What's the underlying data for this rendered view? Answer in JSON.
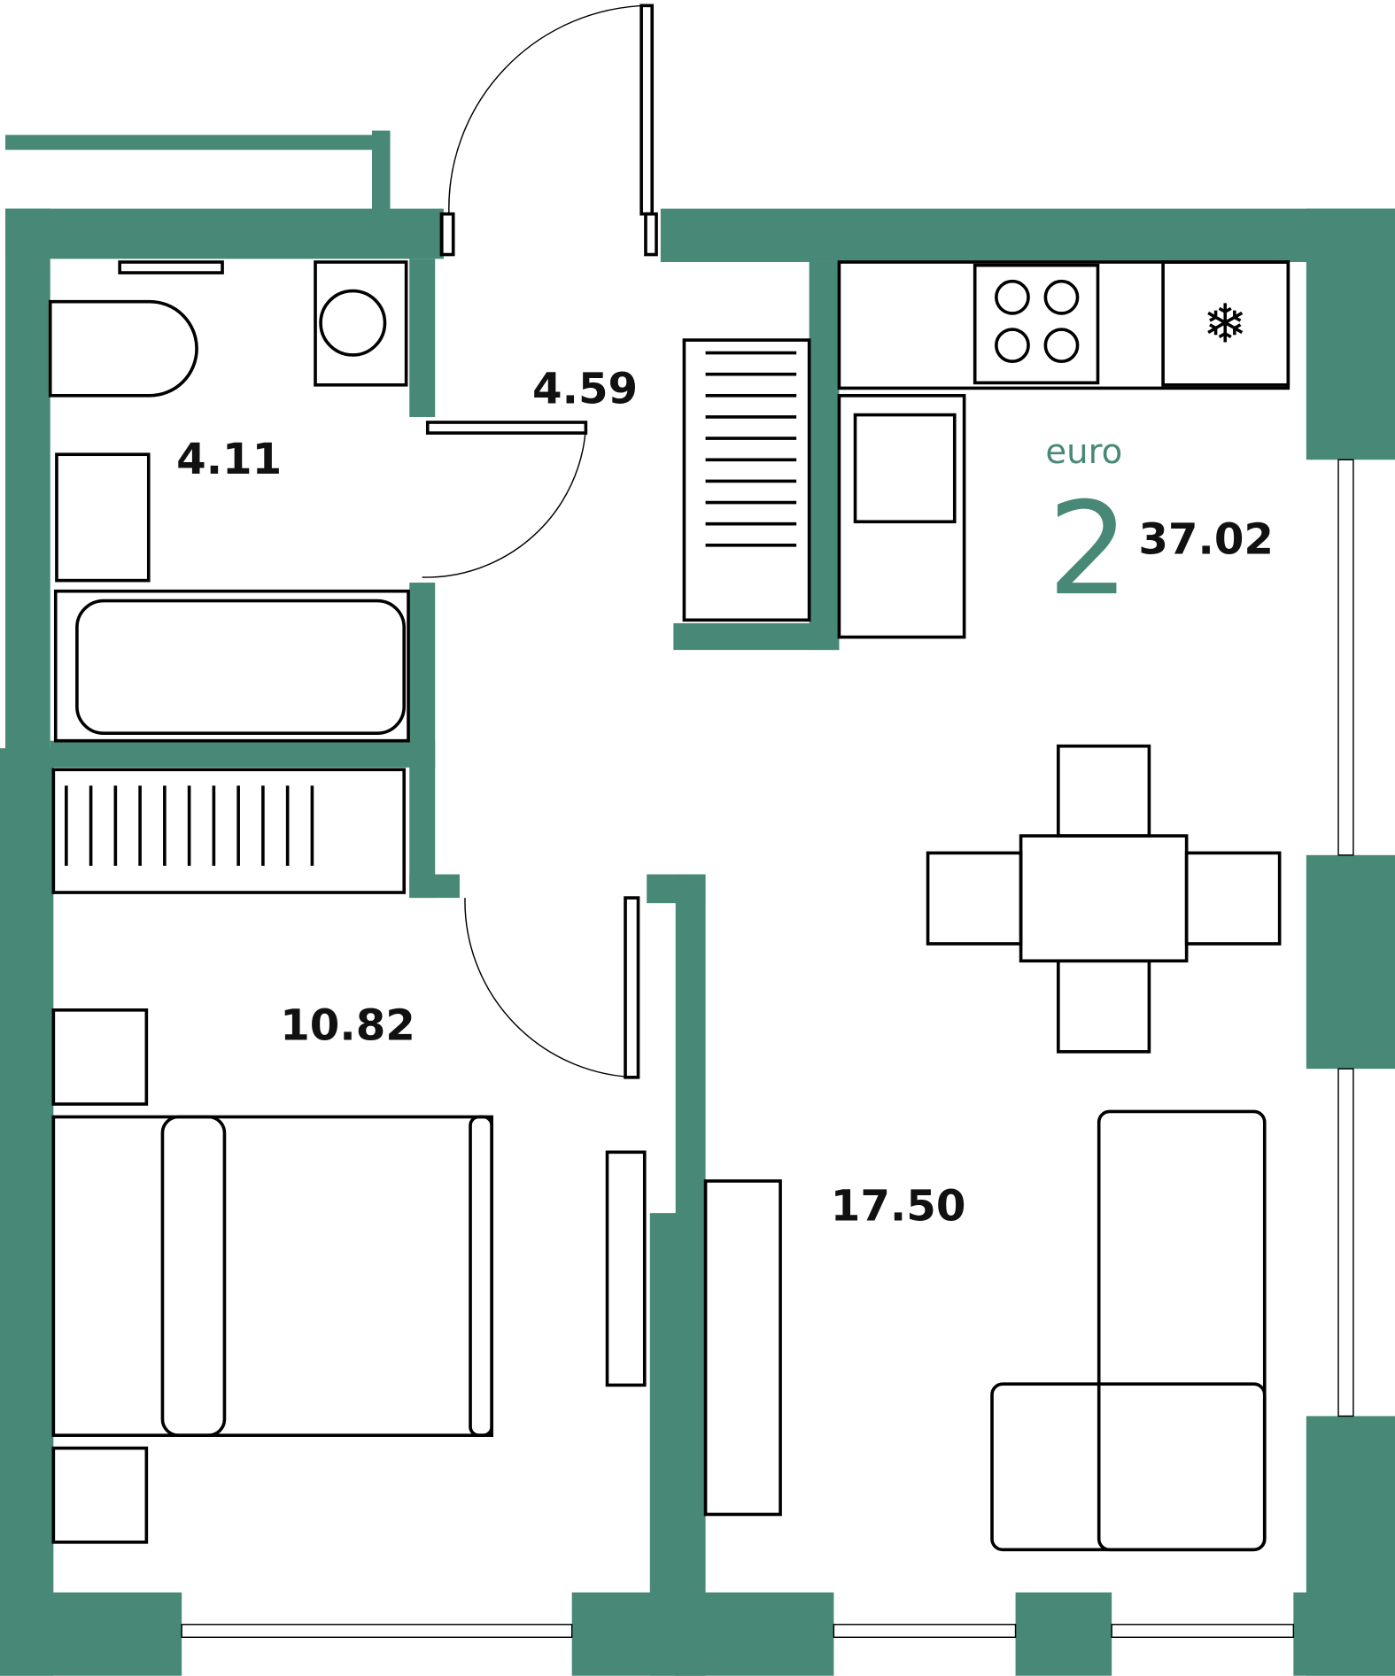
{
  "plan": {
    "type_label": "euro",
    "rooms_count": "2",
    "total_area": "37.02",
    "rooms": [
      {
        "name": "bathroom",
        "area": "4.11"
      },
      {
        "name": "hallway",
        "area": "4.59"
      },
      {
        "name": "bedroom",
        "area": "10.82"
      },
      {
        "name": "living-kitchen",
        "area": "17.50"
      }
    ]
  },
  "colors": {
    "wall": "#488877",
    "line": "#000000"
  }
}
